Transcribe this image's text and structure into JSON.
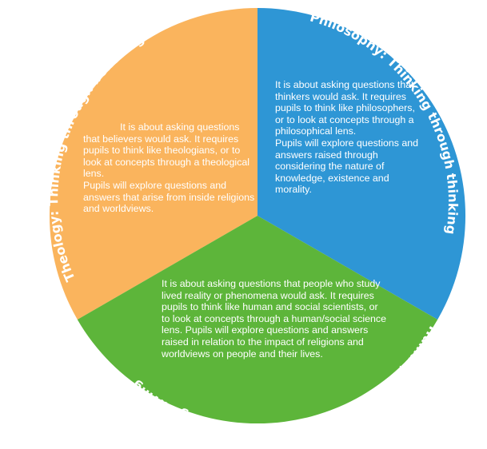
{
  "segments": {
    "theology": {
      "title": "Theology: Thinking through believing",
      "color": "#FAB45D",
      "paragraph1": "It is about asking questions that believers would ask. It requires pupils to think like theologians, or to look at concepts through a theological lens.",
      "paragraph2": "Pupils will explore questions and answers that arise from inside religions and worldviews."
    },
    "philosophy": {
      "title": "Philosophy: Thinking through thinking",
      "color": "#2E96D5",
      "paragraph1": "It is about asking questions that thinkers would ask. It requires pupils to think like philosophers, or to look at concepts through a philosophical lens.",
      "paragraph2": "Pupils will explore questions and answers raised through considering the nature of knowledge, existence and morality."
    },
    "social_sciences": {
      "title": "Human/Social Sciences: Thinking through living",
      "color": "#5DB53A",
      "paragraph1": "It is about asking questions that people who study lived reality or phenomena would ask. It requires pupils to think like human and social scientists, or to look at concepts through a human/social science lens. Pupils will explore questions and answers raised in relation to the impact of religions and worldviews on people and their lives."
    }
  }
}
